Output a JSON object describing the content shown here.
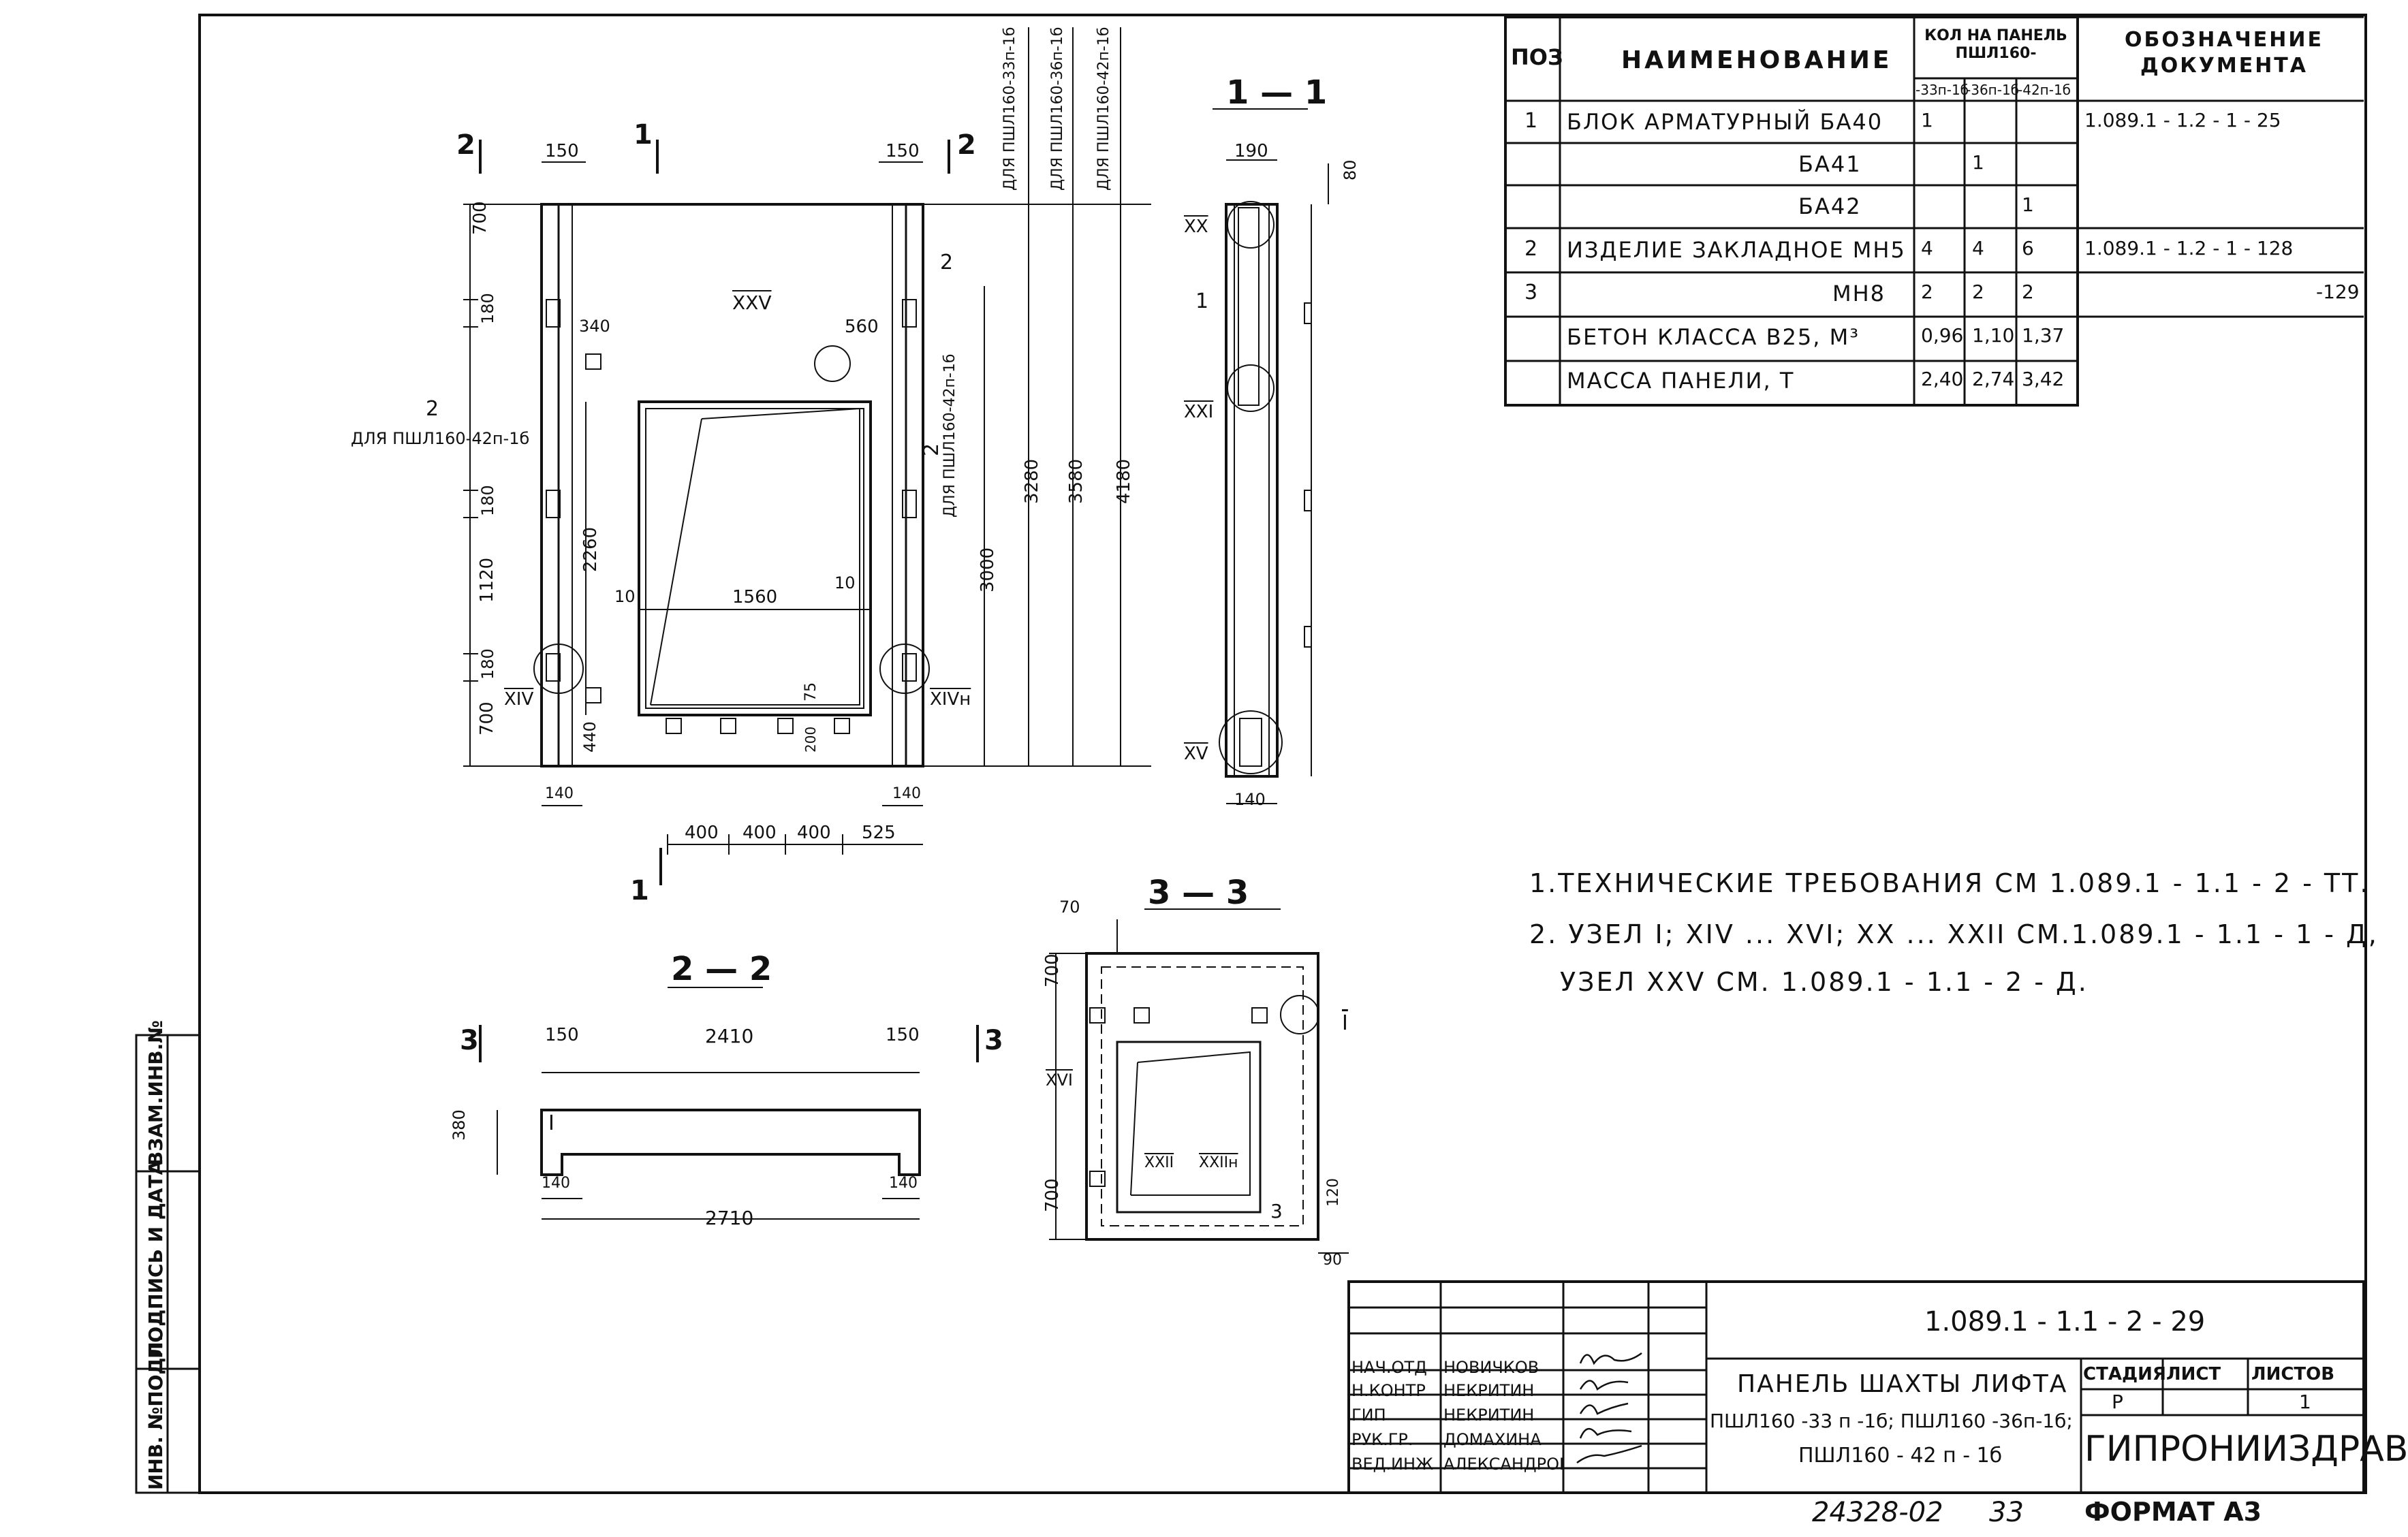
{
  "drawing": {
    "title_block": {
      "doc_code": "1.089.1 - 1.1 - 2 - 29",
      "title_lines": [
        "ПАНЕЛЬ ШАХТЫ ЛИФТА",
        "ПШЛ160 -33 п -1б; ПШЛ160 -36п-1б;",
        "ПШЛ160 - 42 п - 1б"
      ],
      "stage_header": "СТАДИЯ",
      "sheet_header": "ЛИСТ",
      "sheets_header": "ЛИСТОВ",
      "stage": "Р",
      "sheets": "1",
      "organization": "ГИПРОНИИЗДРАВ",
      "signers": [
        {
          "role": "НАЧ.ОТД",
          "name": "НОВИЧКОВ"
        },
        {
          "role": "Н.КОНТР",
          "name": "НЕКРИТИН"
        },
        {
          "role": "ГИП",
          "name": "НЕКРИТИН"
        },
        {
          "role": "РУК.ГР.",
          "name": "ДОМАХИНА"
        },
        {
          "role": "ВЕД.ИНЖ",
          "name": "АЛЕКСАНДРОВА"
        }
      ],
      "inventory_number": "24328-02",
      "page_number": "33",
      "format": "ФОРМАТ А3"
    },
    "side_stamp": [
      "ИНВ. №ПОДЛ.",
      "ПОДПИСЬ И ДАТА",
      "ВЗАМ.ИНВ.№"
    ],
    "spec_table": {
      "headers": {
        "pos": "ПОЗ",
        "name": "НАИМЕНОВАНИЕ",
        "qty": "КОЛ НА ПАНЕЛЬ ПШЛ160-",
        "doc": "ОБОЗНАЧЕНИЕ ДОКУМЕНТА"
      },
      "subheaders": [
        "-33п-1б",
        "-36п-1б",
        "-42п-1б"
      ],
      "rows": [
        {
          "pos": "1",
          "name": "БЛОК АРМАТУРНЫЙ БА40",
          "q1": "1",
          "q2": "",
          "q3": "",
          "doc": "1.089.1 - 1.2 - 1 - 25"
        },
        {
          "pos": "",
          "name": "БА41",
          "q1": "",
          "q2": "1",
          "q3": "",
          "doc": ""
        },
        {
          "pos": "",
          "name": "БА42",
          "q1": "",
          "q2": "",
          "q3": "1",
          "doc": ""
        },
        {
          "pos": "2",
          "name": "ИЗДЕЛИЕ ЗАКЛАДНОЕ МН5",
          "q1": "4",
          "q2": "4",
          "q3": "6",
          "doc": "1.089.1 - 1.2 - 1 - 128"
        },
        {
          "pos": "3",
          "name": "МН8",
          "q1": "2",
          "q2": "2",
          "q3": "2",
          "doc": "-129"
        },
        {
          "pos": "",
          "name": "БЕТОН КЛАССА В25, М³",
          "q1": "0,96",
          "q2": "1,10",
          "q3": "1,37",
          "doc": ""
        },
        {
          "pos": "",
          "name": "МАССА ПАНЕЛИ, Т",
          "q1": "2,40",
          "q2": "2,74",
          "q3": "3,42",
          "doc": ""
        }
      ]
    },
    "notes": [
      "1.ТЕХНИЧЕСКИЕ ТРЕБОВАНИЯ СМ 1.089.1 - 1.1 - 2 - ТТ.",
      "2. УЗЕЛ I; XIV ... XVI; XX ... XXII СМ.1.089.1 - 1.1 - 1 - Д,",
      "УЗЕЛ XXV СМ. 1.089.1 - 1.1 - 2 - Д."
    ],
    "section_titles": {
      "s11": "1 — 1",
      "s22": "2 — 2",
      "s33": "3 — 3"
    },
    "cut_marks": {
      "c1": "1",
      "c2": "2",
      "c3": "3"
    },
    "front_view": {
      "dims_top": [
        "150",
        "150"
      ],
      "dims_left": [
        "700",
        "180",
        "180",
        "1120",
        "180",
        "700"
      ],
      "dims_bottom": [
        "400",
        "400",
        "400",
        "525"
      ],
      "dims_edge": [
        "140",
        "140"
      ],
      "dim_340": "340",
      "dim_560": "560",
      "dim_2260": "2260",
      "dim_1560": "1560",
      "dim_10": "10",
      "dim_440": "440",
      "dim_75": "75",
      "dim_200": "200",
      "dim_3000": "3000",
      "heights": [
        "3280",
        "3580",
        "4180"
      ],
      "height_labels": [
        "ДЛЯ ПШЛ160-33п-1б",
        "ДЛЯ ПШЛ160-36п-1б",
        "ДЛЯ ПШЛ160-42п-1б"
      ],
      "left_note": "ДЛЯ ПШЛ160-42п-1б",
      "right_note": "ДЛЯ ПШЛ160-42п-1б",
      "pos_label": "2",
      "nodes": [
        "XXV",
        "XIV",
        "XIVн"
      ]
    },
    "section_11": {
      "dim_190": "190",
      "dim_80": "80",
      "dim_140": "140",
      "pos": "1",
      "nodes": [
        "XX",
        "XXI",
        "XV"
      ]
    },
    "section_22": {
      "dim_2410": "2410",
      "dim_150": "150",
      "dim_380": "380",
      "dim_140": "140",
      "dim_2710": "2710",
      "mark_I": "I"
    },
    "section_33": {
      "dim_70": "70",
      "dim_700": "700",
      "dim_120": "120",
      "dim_90": "90",
      "pos": "3",
      "nodes": [
        "XVI",
        "XXII",
        "XXIIн",
        "I"
      ]
    }
  }
}
